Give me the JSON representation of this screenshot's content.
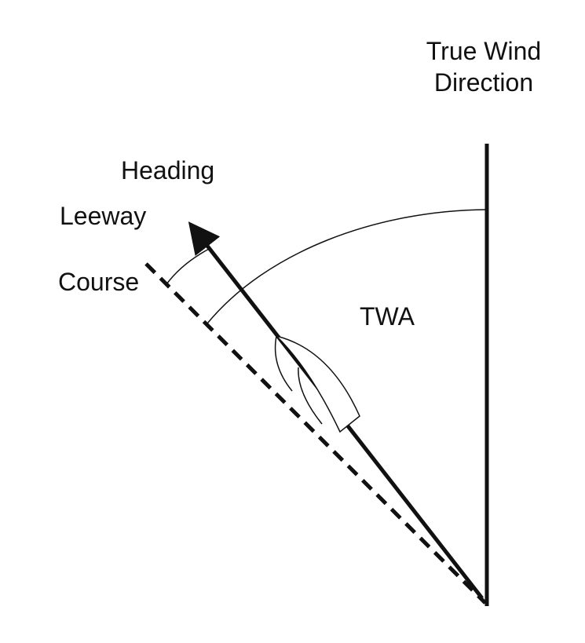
{
  "labels": {
    "wind_line1": "True Wind",
    "wind_line2": "Direction",
    "heading": "Heading",
    "leeway": "Leeway",
    "course": "Course",
    "twa": "TWA"
  },
  "colors": {
    "background": "#ffffff",
    "ink": "#111111"
  }
}
